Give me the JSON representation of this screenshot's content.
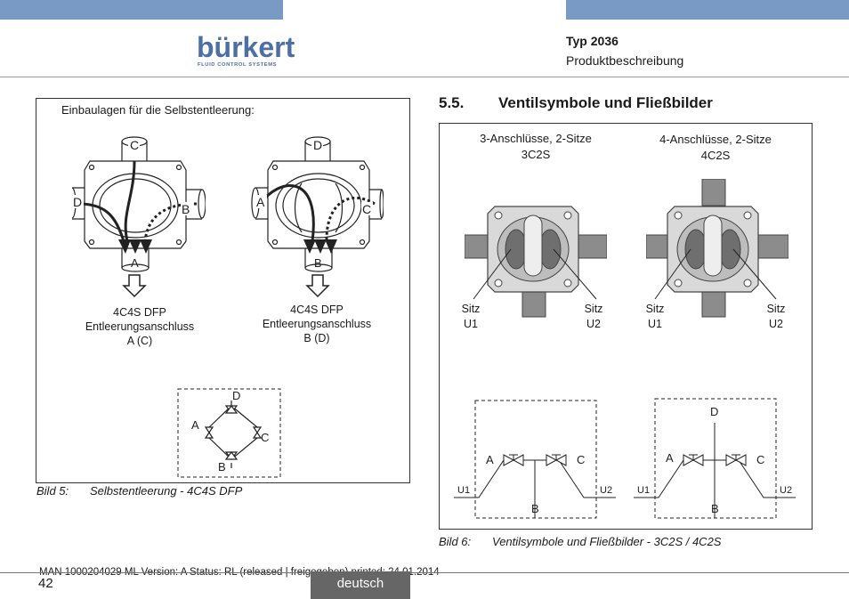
{
  "header": {
    "logo_word": "bürkert",
    "logo_subtitle": "FLUID CONTROL SYSTEMS",
    "doc_type": "Typ 2036",
    "doc_section": "Produktbeschreibung",
    "bar_color": "#7a9ac6"
  },
  "figure5": {
    "intro": "Einbaulagen für die Selbstentleerung:",
    "left_valve": {
      "ports": {
        "top": "C",
        "left": "D",
        "right": "B",
        "bottom": "A"
      },
      "line1": "4C4S DFP",
      "line2": "Entleerungsanschluss",
      "line3": "A (C)"
    },
    "right_valve": {
      "ports": {
        "top": "D",
        "left": "A",
        "right": "C",
        "bottom": "B"
      },
      "line1": "4C4S DFP",
      "line2": "Entleerungsanschluss",
      "line3": "B (D)"
    },
    "symbol_ports": {
      "top": "D",
      "left": "A",
      "right": "C",
      "bottom": "B"
    },
    "caption_label": "Bild 5:",
    "caption_text": "Selbstentleerung - 4C4S DFP"
  },
  "section": {
    "number": "5.5.",
    "title": "Ventilsymbole und Fließbilder"
  },
  "figure6": {
    "left": {
      "title_line1": "3-Anschlüsse, 2-Sitze",
      "title_line2": "3C2S",
      "seat_left_word": "Sitz",
      "seat_left_id": "U1",
      "seat_right_word": "Sitz",
      "seat_right_id": "U2",
      "flow": {
        "A": "A",
        "C": "C",
        "B": "B",
        "U1": "U1",
        "U2": "U2"
      }
    },
    "right": {
      "title_line1": "4-Anschlüsse, 2-Sitze",
      "title_line2": "4C2S",
      "seat_left_word": "Sitz",
      "seat_left_id": "U1",
      "seat_right_word": "Sitz",
      "seat_right_id": "U2",
      "flow": {
        "A": "A",
        "C": "C",
        "B": "B",
        "D": "D",
        "U1": "U1",
        "U2": "U2"
      }
    },
    "caption_label": "Bild 6:",
    "caption_text": "Ventilsymbole und Fließbilder - 3C2S / 4C2S"
  },
  "footer": {
    "meta": "MAN  1000204029  ML  Version: A Status: RL (released | freigegeben)  printed: 24.01.2014",
    "page_number": "42",
    "language": "deutsch"
  }
}
